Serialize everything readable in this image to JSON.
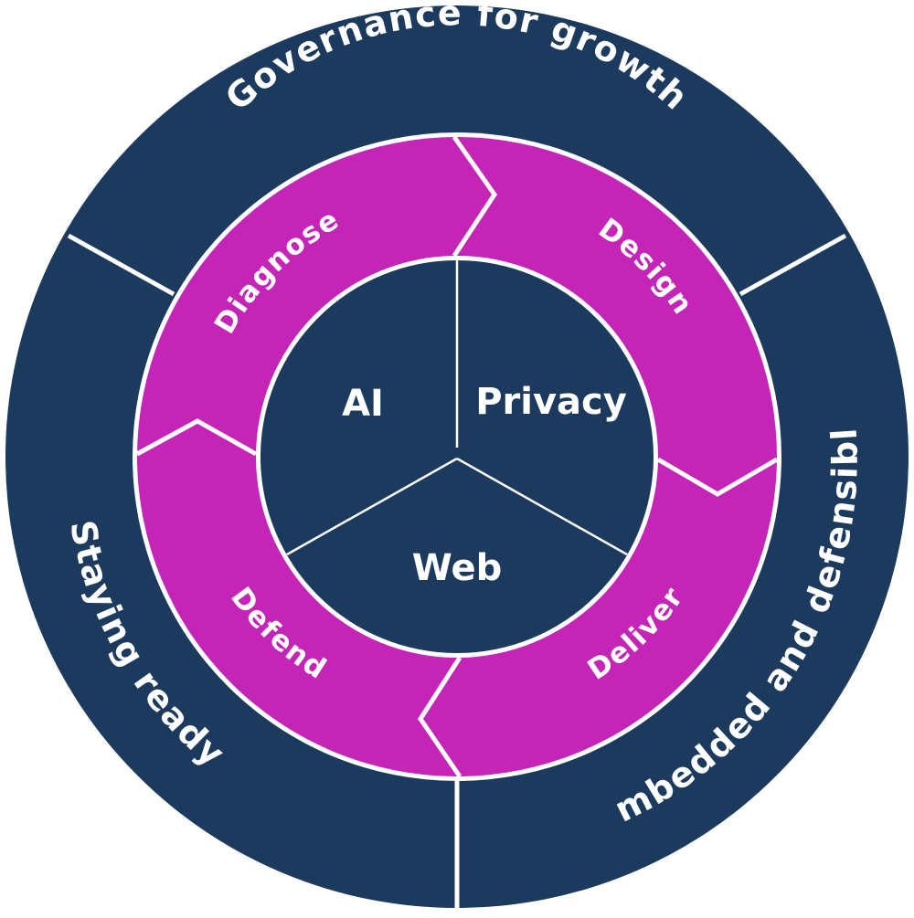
{
  "colors": {
    "navy": "#1b3a5e",
    "magenta": "#c425b7",
    "divider": "#ffffff"
  },
  "outer_ring": {
    "segments": [
      {
        "label": "Governance for growth"
      },
      {
        "label": "Embedded and defensible"
      },
      {
        "label": "Staying ready"
      }
    ]
  },
  "middle_ring": {
    "segments": [
      {
        "label": "Diagnose"
      },
      {
        "label": "Design"
      },
      {
        "label": "Deliver"
      },
      {
        "label": "Defend"
      }
    ]
  },
  "core": {
    "segments": [
      {
        "label": "AI"
      },
      {
        "label": "Privacy"
      },
      {
        "label": "Web"
      }
    ]
  }
}
